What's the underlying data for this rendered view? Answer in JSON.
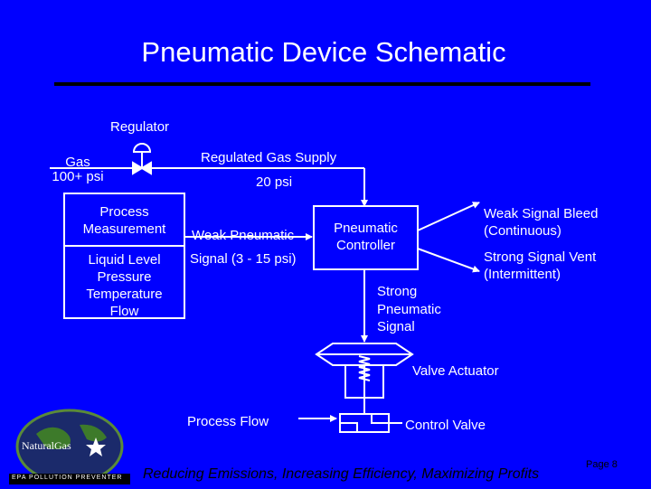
{
  "title": "Pneumatic Device Schematic",
  "labels": {
    "regulator": "Regulator",
    "gas": "Gas",
    "gas_pressure": "100+ psi",
    "regulated_supply": "Regulated Gas Supply",
    "supply_pressure": "20 psi",
    "weak_signal_line1": "Weak Pneumatic",
    "weak_signal_line2": "Signal (3 - 15 psi)",
    "controller_line1": "Pneumatic",
    "controller_line2": "Controller",
    "bleed_line1": "Weak Signal Bleed",
    "bleed_line2": "(Continuous)",
    "vent_line1": "Strong Signal Vent",
    "vent_line2": "(Intermittent)",
    "strong_signal_line1": "Strong",
    "strong_signal_line2": "Pneumatic",
    "strong_signal_line3": "Signal",
    "valve_actuator": "Valve Actuator",
    "process_flow": "Process Flow",
    "control_valve": "Control Valve"
  },
  "process_box": {
    "heading_line1": "Process",
    "heading_line2": "Measurement",
    "items": [
      "Liquid Level",
      "Pressure",
      "Temperature",
      "Flow"
    ]
  },
  "logo": {
    "text": "NaturalGas",
    "subtext": "EPA POLLUTION PREVENTER"
  },
  "footer": "Reducing Emissions, Increasing Efficiency, Maximizing Profits",
  "page_number": "Page 8",
  "colors": {
    "background": "#0000ff",
    "text": "#ffffff",
    "rule": "#000000"
  }
}
